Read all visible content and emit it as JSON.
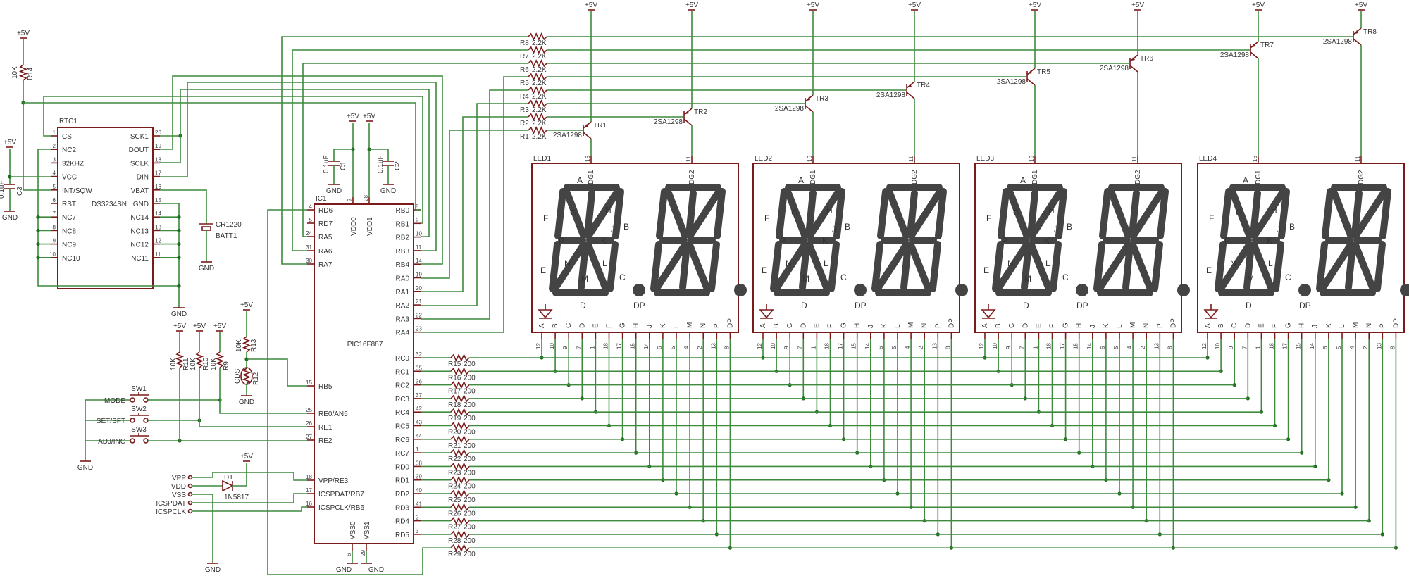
{
  "power_labels": {
    "vcc": "+5V",
    "gnd": "GND"
  },
  "rtc": {
    "ref": "RTC1",
    "part": "DS3234SN",
    "left_pins": [
      {
        "num": "1",
        "name": "CS"
      },
      {
        "num": "2",
        "name": "NC2"
      },
      {
        "num": "3",
        "name": "32KHZ"
      },
      {
        "num": "4",
        "name": "VCC"
      },
      {
        "num": "5",
        "name": "INT/SQW"
      },
      {
        "num": "6",
        "name": "RST"
      },
      {
        "num": "7",
        "name": "NC7"
      },
      {
        "num": "8",
        "name": "NC8"
      },
      {
        "num": "9",
        "name": "NC9"
      },
      {
        "num": "10",
        "name": "NC10"
      }
    ],
    "right_pins": [
      {
        "num": "20",
        "name": "SCK1"
      },
      {
        "num": "19",
        "name": "DOUT"
      },
      {
        "num": "18",
        "name": "SCLK"
      },
      {
        "num": "17",
        "name": "DIN"
      },
      {
        "num": "16",
        "name": "VBAT"
      },
      {
        "num": "15",
        "name": "GND"
      },
      {
        "num": "14",
        "name": "NC14"
      },
      {
        "num": "13",
        "name": "NC13"
      },
      {
        "num": "12",
        "name": "NC12"
      },
      {
        "num": "11",
        "name": "NC11"
      }
    ]
  },
  "ic": {
    "ref": "IC1",
    "part": "PIC16F887",
    "top_pins": [
      {
        "num": "7",
        "name": "VDD0"
      },
      {
        "num": "28",
        "name": "VDD1"
      }
    ],
    "bottom_pins": [
      {
        "num": "6",
        "name": "VSS0"
      },
      {
        "num": "29",
        "name": "VSS1"
      }
    ],
    "left_pins": [
      {
        "num": "4",
        "name": "RD6"
      },
      {
        "num": "5",
        "name": "RD7"
      },
      {
        "num": "24",
        "name": "RA5"
      },
      {
        "num": "31",
        "name": "RA6"
      },
      {
        "num": "30",
        "name": "RA7"
      },
      {
        "num": "15",
        "name": "RB5"
      },
      {
        "num": "25",
        "name": "RE0/AN5"
      },
      {
        "num": "26",
        "name": "RE1"
      },
      {
        "num": "27",
        "name": "RE2"
      },
      {
        "num": "18",
        "name": "VPP/RE3"
      },
      {
        "num": "17",
        "name": "ICSPDAT/RB7"
      },
      {
        "num": "16",
        "name": "ICSPCLK/RB6"
      }
    ],
    "right_pins": [
      {
        "num": "8",
        "name": "RB0"
      },
      {
        "num": "9",
        "name": "RB1"
      },
      {
        "num": "10",
        "name": "RB2"
      },
      {
        "num": "11",
        "name": "RB3"
      },
      {
        "num": "14",
        "name": "RB4"
      },
      {
        "num": "19",
        "name": "RA0"
      },
      {
        "num": "20",
        "name": "RA1"
      },
      {
        "num": "21",
        "name": "RA2"
      },
      {
        "num": "22",
        "name": "RA3"
      },
      {
        "num": "23",
        "name": "RA4"
      },
      {
        "num": "32",
        "name": "RC0"
      },
      {
        "num": "35",
        "name": "RC1"
      },
      {
        "num": "36",
        "name": "RC2"
      },
      {
        "num": "37",
        "name": "RC3"
      },
      {
        "num": "42",
        "name": "RC4"
      },
      {
        "num": "43",
        "name": "RC5"
      },
      {
        "num": "44",
        "name": "RC6"
      },
      {
        "num": "1",
        "name": "RC7"
      },
      {
        "num": "38",
        "name": "RD0"
      },
      {
        "num": "39",
        "name": "RD1"
      },
      {
        "num": "40",
        "name": "RD2"
      },
      {
        "num": "41",
        "name": "RD3"
      },
      {
        "num": "2",
        "name": "RD4"
      },
      {
        "num": "3",
        "name": "RD5"
      }
    ]
  },
  "caps": [
    {
      "ref": "C1",
      "value": "0.1uF"
    },
    {
      "ref": "C2",
      "value": "0.1uF"
    },
    {
      "ref": "C3",
      "value": "0.1uF"
    }
  ],
  "battery": {
    "ref": "BATT1",
    "value": "CR1220"
  },
  "base_resistors": [
    {
      "ref": "R1",
      "value": "2.2K"
    },
    {
      "ref": "R2",
      "value": "2.2K"
    },
    {
      "ref": "R3",
      "value": "2.2K"
    },
    {
      "ref": "R4",
      "value": "2.2K"
    },
    {
      "ref": "R5",
      "value": "2.2K"
    },
    {
      "ref": "R6",
      "value": "2.2K"
    },
    {
      "ref": "R7",
      "value": "2.2K"
    },
    {
      "ref": "R8",
      "value": "2.2K"
    }
  ],
  "transistors": [
    {
      "ref": "TR1",
      "part": "2SA1298"
    },
    {
      "ref": "TR2",
      "part": "2SA1298"
    },
    {
      "ref": "TR3",
      "part": "2SA1298"
    },
    {
      "ref": "TR4",
      "part": "2SA1298"
    },
    {
      "ref": "TR5",
      "part": "2SA1298"
    },
    {
      "ref": "TR6",
      "part": "2SA1298"
    },
    {
      "ref": "TR7",
      "part": "2SA1298"
    },
    {
      "ref": "TR8",
      "part": "2SA1298"
    }
  ],
  "segment_resistors": [
    {
      "ref": "R15",
      "value": "200"
    },
    {
      "ref": "R16",
      "value": "200"
    },
    {
      "ref": "R17",
      "value": "200"
    },
    {
      "ref": "R18",
      "value": "200"
    },
    {
      "ref": "R19",
      "value": "200"
    },
    {
      "ref": "R20",
      "value": "200"
    },
    {
      "ref": "R21",
      "value": "200"
    },
    {
      "ref": "R22",
      "value": "200"
    },
    {
      "ref": "R23",
      "value": "200"
    },
    {
      "ref": "R24",
      "value": "200"
    },
    {
      "ref": "R25",
      "value": "200"
    },
    {
      "ref": "R26",
      "value": "200"
    },
    {
      "ref": "R27",
      "value": "200"
    },
    {
      "ref": "R28",
      "value": "200"
    },
    {
      "ref": "R29",
      "value": "200"
    }
  ],
  "pullups": [
    {
      "ref": "R11",
      "value": "10K"
    },
    {
      "ref": "R10",
      "value": "10K"
    },
    {
      "ref": "R9",
      "value": "10K"
    }
  ],
  "r13": {
    "ref": "R13",
    "value": "10K"
  },
  "r14": {
    "ref": "R14",
    "value": "10K"
  },
  "cds": {
    "ref": "R12",
    "value": "CDS"
  },
  "switches": [
    {
      "ref": "SW1",
      "label": "MODE"
    },
    {
      "ref": "SW2",
      "label": "SET/SFT"
    },
    {
      "ref": "SW3",
      "label": "ADJ/INC"
    }
  ],
  "diode": {
    "ref": "D1",
    "part": "1N5817"
  },
  "icsp": [
    "VPP",
    "VDD",
    "VSS",
    "ICSPDAT",
    "ICSPCLK"
  ],
  "leds": {
    "refs": [
      "LED1",
      "LED2",
      "LED3",
      "LED4"
    ],
    "digit_labels": [
      "DG1",
      "DG2"
    ],
    "digit_pins": [
      "16",
      "11"
    ],
    "segments": [
      "A",
      "B",
      "C",
      "D",
      "E",
      "F",
      "G",
      "H",
      "J",
      "K",
      "L",
      "M",
      "N",
      "P",
      "DP"
    ],
    "segment_pins": [
      "12",
      "10",
      "9",
      "7",
      "1",
      "18",
      "17",
      "15",
      "14",
      "6",
      "5",
      "4",
      "2",
      "13",
      "8"
    ]
  }
}
